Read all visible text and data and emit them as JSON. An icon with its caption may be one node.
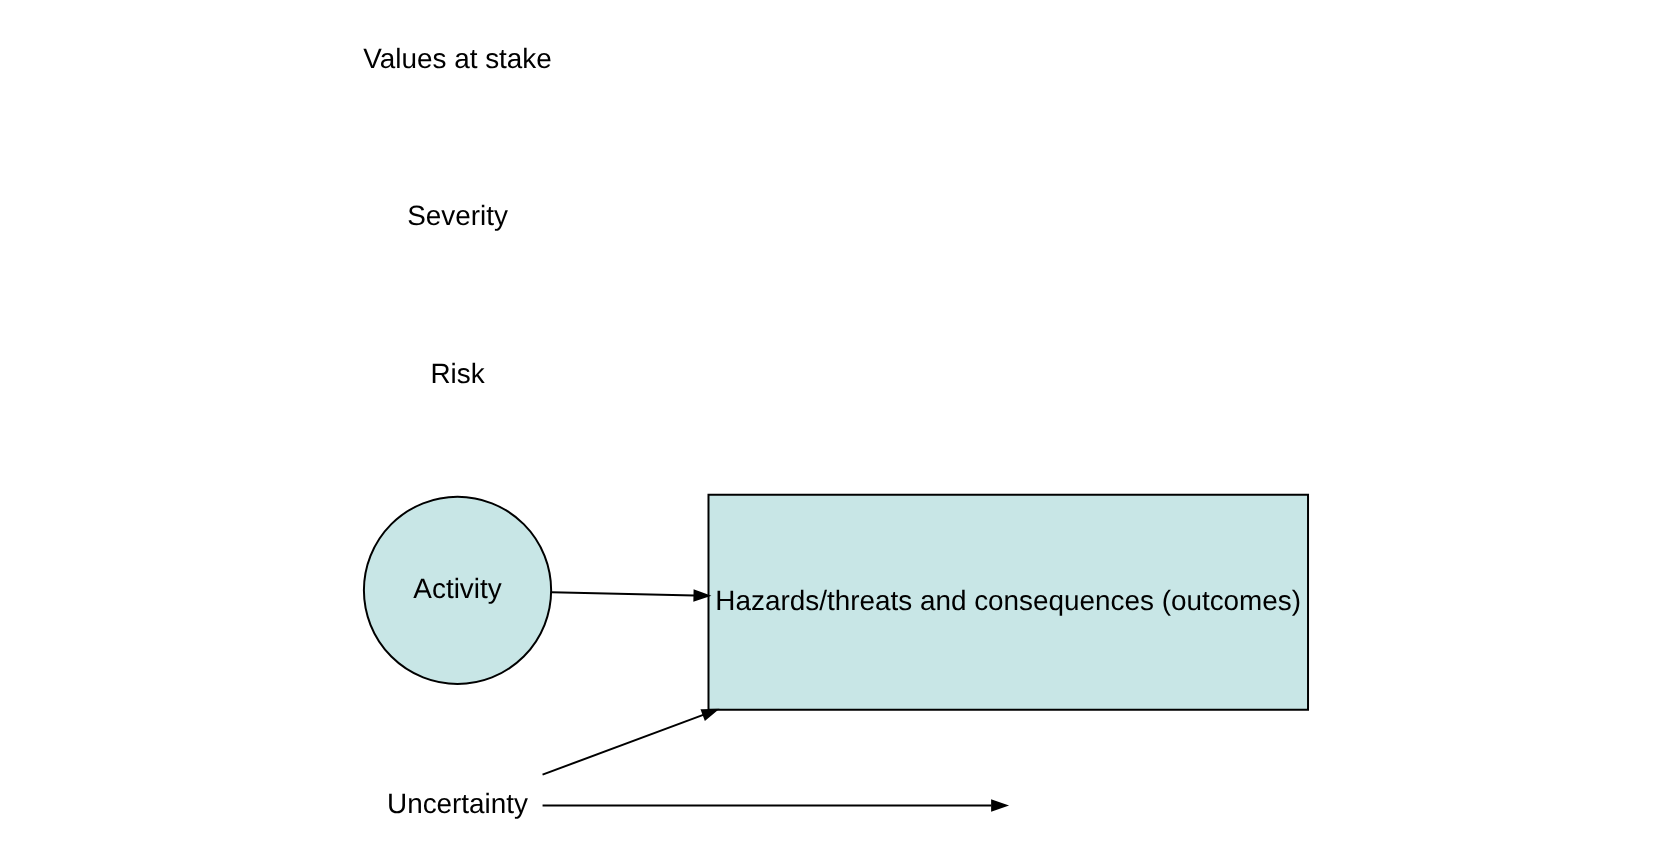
{
  "diagram": {
    "nodes": [
      {
        "text": [
          "Activity"
        ]
      },
      {
        "text": [
          "Hazards/threats and consequences (outcomes)"
        ]
      },
      {
        "text": [
          "Uncertainty"
        ]
      }
    ],
    "edges": [
      {
        "from": 0,
        "to": 1,
        "arrow": "to"
      },
      {
        "from": 2,
        "to": null,
        "arrow": "to"
      },
      {
        "from": 2,
        "to": 1,
        "arrow": "to"
      }
    ],
    "labels": [
      "Risk",
      "Severity",
      "Values at stake"
    ]
  }
}
